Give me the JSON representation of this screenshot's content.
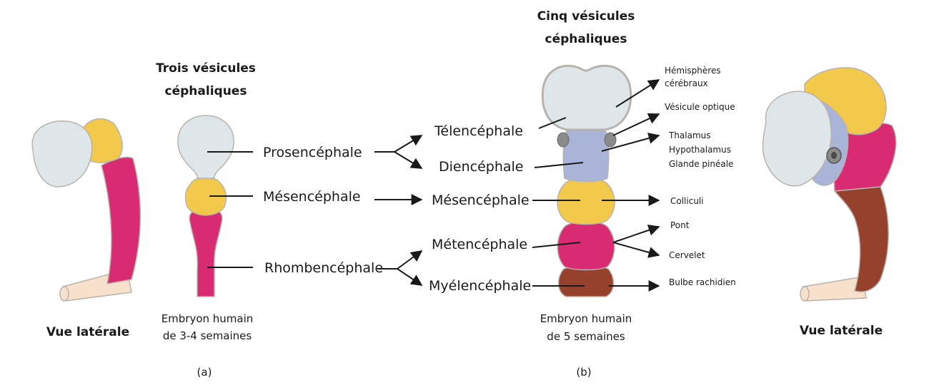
{
  "colors": {
    "forebrain": "#dfe6ea",
    "diencephalon": "#aab3d8",
    "midbrain": "#f3c94c",
    "hindbrain": "#d92b72",
    "myelencephalon": "#96412c",
    "spinal_cord": "#f8e1cc",
    "outline": "#b9b3ad",
    "arrow": "#1a1a1a"
  },
  "panel_a": {
    "title_line1": "Trois vésicules",
    "title_line2": "céphaliques",
    "stages": {
      "prosencephale": "Prosencéphale",
      "mesencephale": "Mésencéphale",
      "rhombencephale": "Rhombencéphale"
    },
    "caption_line1": "Embryon humain",
    "caption_line2": "de 3-4 semaines",
    "letter": "(a)",
    "side_view_label": "Vue latérale"
  },
  "panel_b": {
    "title_line1": "Cinq vésicules",
    "title_line2": "céphaliques",
    "stages": {
      "telencephale": "Télencéphale",
      "diencephale": "Diencéphale",
      "mesencephale": "Mésencéphale",
      "metencephale": "Métencéphale",
      "myelencephale": "Myélencéphale"
    },
    "structures": {
      "hemispheres_line1": "Hémisphères",
      "hemispheres_line2": "cérébraux",
      "vesicule_optique": "Vésicule optique",
      "thalamus": "Thalamus",
      "hypothalamus": "Hypothalamus",
      "glande_pineale": "Glande pinéale",
      "colliculi": "Colliculi",
      "pont": "Pont",
      "cervelet": "Cervelet",
      "bulbe": "Bulbe rachidien"
    },
    "caption_line1": "Embryon humain",
    "caption_line2": "de 5 semaines",
    "letter": "(b)",
    "side_view_label": "Vue latérale"
  }
}
